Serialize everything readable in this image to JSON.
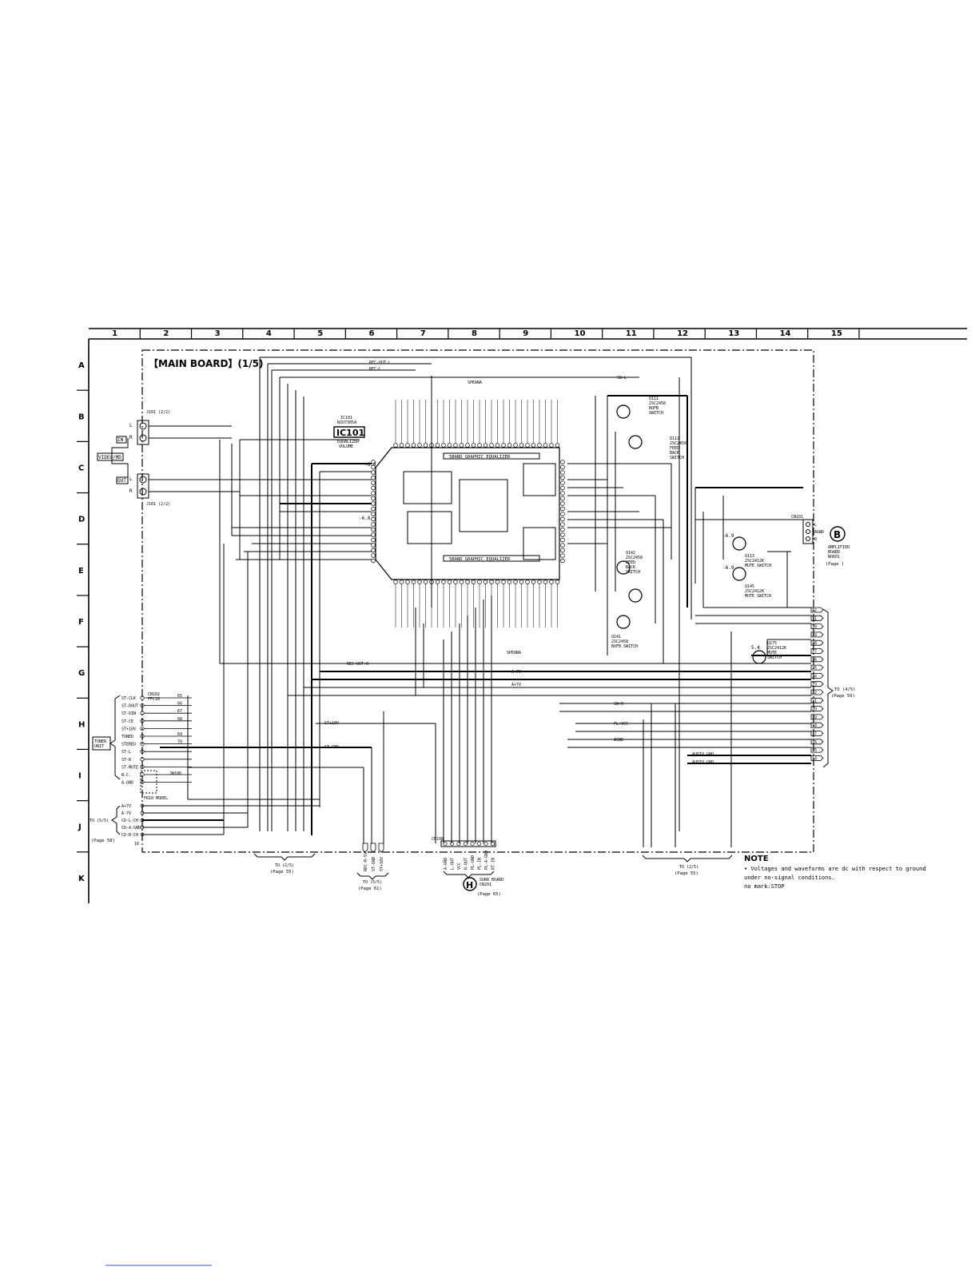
{
  "grid": {
    "columns": [
      "1",
      "2",
      "3",
      "4",
      "5",
      "6",
      "7",
      "8",
      "9",
      "10",
      "11",
      "12",
      "13",
      "14",
      "15"
    ],
    "rows": [
      "A",
      "B",
      "C",
      "D",
      "E",
      "F",
      "G",
      "H",
      "I",
      "J",
      "K"
    ]
  },
  "board_title": "【MAIN BOARD】(1/5)",
  "ic": {
    "ref_small": "IC101",
    "part": "NJU7305A",
    "ref": "IC101",
    "desc1": "EQUALIZER",
    "desc2": "VOLUME",
    "eq_label_top": "5BAND GRAPHIC EQUALIZER",
    "eq_label_bottom": "5BAND GRAPHIC EQUALIZER"
  },
  "jacks": {
    "j1": "J101 (2/2)",
    "j2": "J101 (2/2)",
    "l": "L",
    "r": "R",
    "in": "IN",
    "out": "OUT",
    "video": "VIDEO/MD"
  },
  "tuner": {
    "unit_label": "TUNER\nUNIT",
    "connector": "CN102\nFFC16",
    "pins": [
      {
        "name": "ST-CLK",
        "num": "65"
      },
      {
        "name": "ST-DOUT",
        "num": "66"
      },
      {
        "name": "ST-DIN",
        "num": "67"
      },
      {
        "name": "ST-CE",
        "num": "68"
      },
      {
        "name": "ST+10V",
        "num": ""
      },
      {
        "name": "TUNED",
        "num": "69"
      },
      {
        "name": "STEREO",
        "num": "70"
      },
      {
        "name": "ST-L",
        "num": ""
      },
      {
        "name": "ST-R",
        "num": ""
      },
      {
        "name": "ST-MUTE",
        "num": ""
      },
      {
        "name": "N.C.",
        "num": ""
      },
      {
        "name": "A-GND",
        "num": ""
      }
    ],
    "model_note": "FR10 MODEL",
    "jw": "JW106"
  },
  "bottom_left": {
    "lines": [
      "A+7V",
      "A-7V",
      "CD-L-CH",
      "CD-A-GND",
      "CD-R-CH"
    ],
    "to": "TO (5/5)",
    "page": "(Page 58)",
    "pin16": "16"
  },
  "switches": {
    "q111": "Q111\n2SC2458\nBOFB\nSWITCH",
    "q112": "Q112\n2SC2458\nFEED\nBACK\nSWITCH",
    "q113": "Q113\n2SC2412K\nMUTE SWITCH",
    "q145": "Q145\n2SC2412K\nMUTE SWITCH",
    "q142": "Q142\n2SC2458\nFEED\nBACK\nSWITCH",
    "q141": "Q141\n2SC2458\nBOFB SWITCH",
    "q175": "Q175\n2SC2412K\nMUTE\nSWITCH"
  },
  "amp": {
    "cn": "CN101",
    "pins": [
      "L",
      "AGND",
      "R"
    ],
    "badge": "B",
    "label": "AMPLIFIER\nBOARD\nNO601",
    "page": "(Page   )"
  },
  "right_connector": {
    "pins": [
      "32",
      "31",
      "30",
      "29",
      "28",
      "27",
      "26",
      "25",
      "24",
      "23",
      "22",
      "21",
      "20",
      "19",
      "18",
      "17",
      "16",
      "15",
      "14"
    ],
    "to": "TO (4/5)",
    "page": "(Page 59)"
  },
  "bottom_connectors": {
    "to_55a": "TO (2/5)",
    "page_55a": "(Page 55)",
    "to_61": "TO (5/5)",
    "page_61": "(Page 61)",
    "to_55b": "TO (2/5)",
    "page_55b": "(Page 55)",
    "surr": "SURR BOARD\nCN201",
    "surr_badge": "H",
    "surr_page": "(Page 65)",
    "cn108": "CN108",
    "surr_pins": [
      "A-GND",
      "L-OUT",
      "VCC",
      "R-OUT",
      "PL-GND",
      "PL-IN",
      "PL-A-GND",
      "RT-IN"
    ],
    "mid_pins": [
      "REC-R-5V",
      "ST-GND",
      "ST+10V"
    ]
  },
  "net_labels": {
    "rec_out_l": "REC-OUT-L",
    "rec_l": "REC-L",
    "speana": "SPEANA",
    "sw_l": "SW-L",
    "rec_out_r": "REC-OUT-R",
    "a7v": "A-7V",
    "a_7v": "A+7V",
    "sw_r": "SW-R",
    "pl_vcc": "PL-VCC",
    "agnd": "AGND",
    "audio_gnd": "AUDIO GND",
    "st_10v": "ST+10V",
    "st_gnd": "ST-GND"
  },
  "note": {
    "title": "NOTE",
    "lines": [
      "• Voltages and waveforms are dc with respect to ground",
      "  under no-signal conditions.",
      "  no mark:STOP"
    ]
  },
  "voltages": [
    "-6.9",
    "-6.8",
    "-6.9",
    "-6.9",
    "5.4"
  ]
}
